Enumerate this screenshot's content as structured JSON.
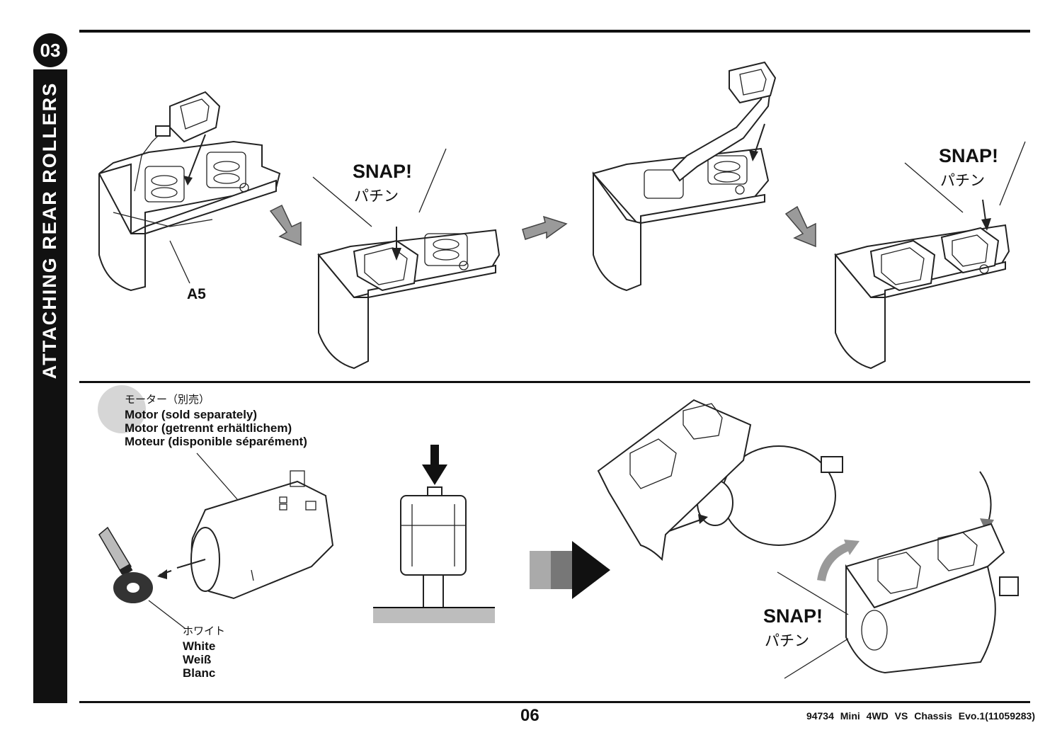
{
  "step": {
    "number": "03",
    "title": "ATTACHING REAR ROLLERS"
  },
  "top_panel": {
    "part_label": "A5",
    "snap_labels": [
      {
        "en": "SNAP!",
        "jp": "パチン"
      },
      {
        "en": "SNAP!",
        "jp": "パチン"
      }
    ]
  },
  "bottom_panel": {
    "motor_note": {
      "jp": "モーター（別売）",
      "en": "Motor (sold separately)",
      "de": "Motor (getrennt erhältlichem)",
      "fr": "Moteur (disponible séparément)"
    },
    "pinion_note": {
      "jp": "ホワイト",
      "en": "White",
      "de": "Weiß",
      "fr": "Blanc"
    },
    "snap_label": {
      "en": "SNAP!",
      "jp": "パチン"
    }
  },
  "footer": {
    "page_number": "06",
    "product": "94734  Mini  4WD  VS  Chassis  Evo.1(11059283)"
  },
  "colors": {
    "ink": "#111111",
    "arrow_grey": "#9a9a9a",
    "gear_spot": "#d6d6d6"
  },
  "icons": [
    "press-arrow-icon",
    "direction-arrow-icon",
    "rotate-arrow-icon",
    "progress-arrow-icon"
  ]
}
